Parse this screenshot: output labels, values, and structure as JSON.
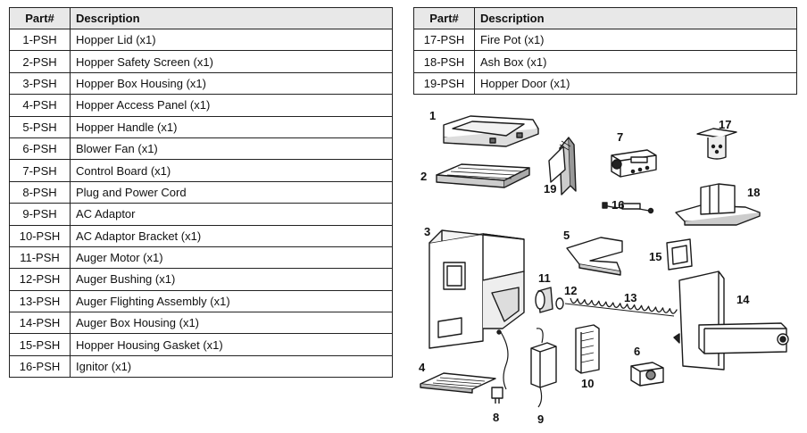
{
  "left_table": {
    "headers": {
      "part": "Part#",
      "description": "Description"
    },
    "rows": [
      {
        "part": "1-PSH",
        "description": "Hopper Lid (x1)"
      },
      {
        "part": "2-PSH",
        "description": "Hopper Safety Screen (x1)"
      },
      {
        "part": "3-PSH",
        "description": "Hopper Box Housing (x1)"
      },
      {
        "part": "4-PSH",
        "description": "Hopper Access Panel (x1)"
      },
      {
        "part": "5-PSH",
        "description": "Hopper Handle (x1)"
      },
      {
        "part": "6-PSH",
        "description": "Blower Fan (x1)"
      },
      {
        "part": "7-PSH",
        "description": "Control Board (x1)"
      },
      {
        "part": "8-PSH",
        "description": "Plug and Power Cord"
      },
      {
        "part": "9-PSH",
        "description": "AC Adaptor"
      },
      {
        "part": "10-PSH",
        "description": "AC Adaptor Bracket (x1)"
      },
      {
        "part": "11-PSH",
        "description": "Auger Motor (x1)"
      },
      {
        "part": "12-PSH",
        "description": "Auger Bushing (x1)"
      },
      {
        "part": "13-PSH",
        "description": "Auger Flighting Assembly (x1)"
      },
      {
        "part": "14-PSH",
        "description": "Auger Box Housing (x1)"
      },
      {
        "part": "15-PSH",
        "description": "Hopper Housing Gasket (x1)"
      },
      {
        "part": "16-PSH",
        "description": "Ignitor (x1)"
      }
    ]
  },
  "right_table": {
    "headers": {
      "part": "Part#",
      "description": "Description"
    },
    "rows": [
      {
        "part": "17-PSH",
        "description": "Fire Pot (x1)"
      },
      {
        "part": "18-PSH",
        "description": "Ash Box (x1)"
      },
      {
        "part": "19-PSH",
        "description": "Hopper Door (x1)"
      }
    ]
  },
  "diagram_labels": {
    "n1": "1",
    "n2": "2",
    "n3": "3",
    "n4": "4",
    "n5": "5",
    "n6": "6",
    "n7": "7",
    "n8": "8",
    "n9": "9",
    "n10": "10",
    "n11": "11",
    "n12": "12",
    "n13": "13",
    "n14": "14",
    "n15": "15",
    "n16": "16",
    "n17": "17",
    "n18": "18",
    "n19": "19"
  }
}
